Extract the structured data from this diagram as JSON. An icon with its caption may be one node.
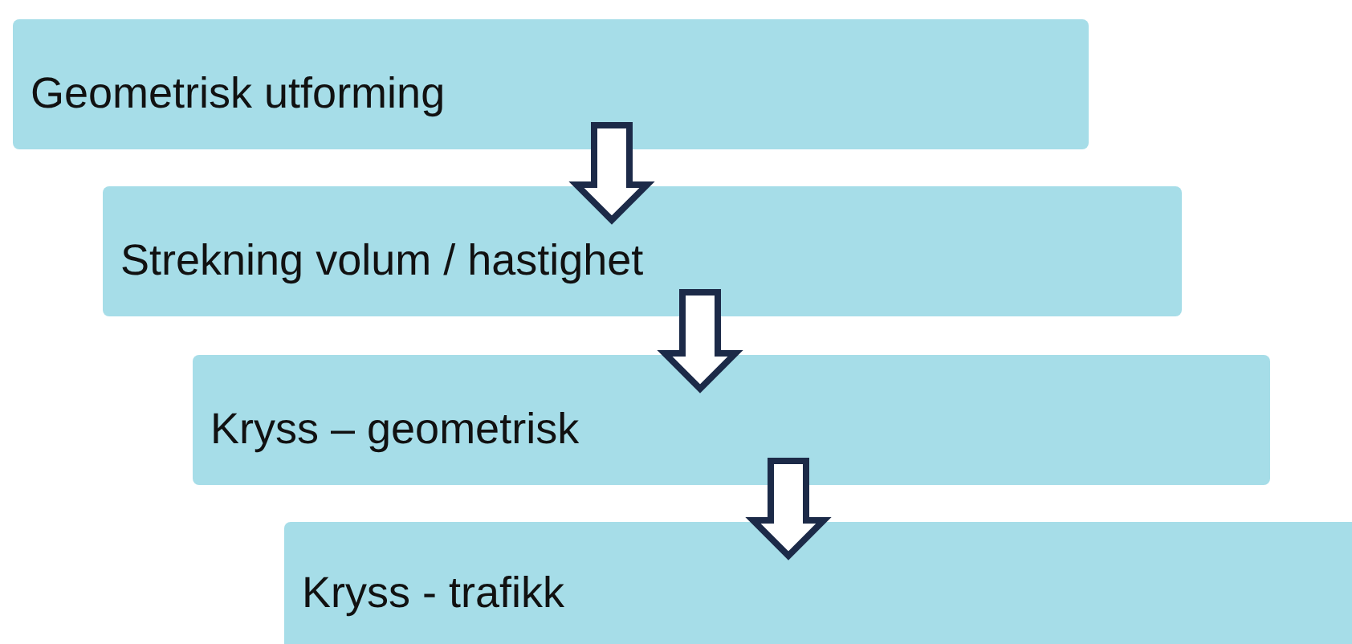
{
  "diagram": {
    "nodes": [
      {
        "text": [
          "Geometrisk utforming"
        ]
      },
      {
        "text": [
          "Strekning volum / hastighet"
        ]
      },
      {
        "text": [
          "Kryss – geometrisk"
        ]
      },
      {
        "text": [
          "Kryss - trafikk"
        ]
      }
    ],
    "edges": [
      {
        "from": 0,
        "to": 1,
        "arrow": "to"
      },
      {
        "from": 1,
        "to": 2,
        "arrow": "to"
      },
      {
        "from": 2,
        "to": 3,
        "arrow": "to"
      }
    ]
  }
}
